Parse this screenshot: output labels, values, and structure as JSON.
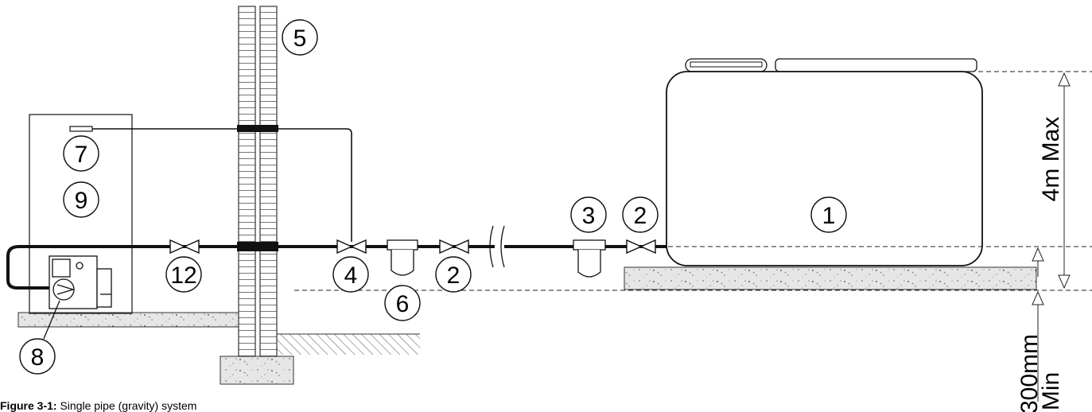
{
  "caption": {
    "label": "Figure 3-1:",
    "text": " Single pipe (gravity) system"
  },
  "callouts": {
    "tank": "1",
    "isolation_valve_tank": "2",
    "filter_tank": "3",
    "fire_valve": "4",
    "wall": "5",
    "filter_secondary": "6",
    "sensor": "7",
    "burner": "8",
    "appliance": "9",
    "isolation_valve_mid": "2",
    "isolation_valve_appliance": "12"
  },
  "dimensions": {
    "height_max": "4m Max",
    "height_min_value": "300mm",
    "height_min_label": "Min"
  }
}
